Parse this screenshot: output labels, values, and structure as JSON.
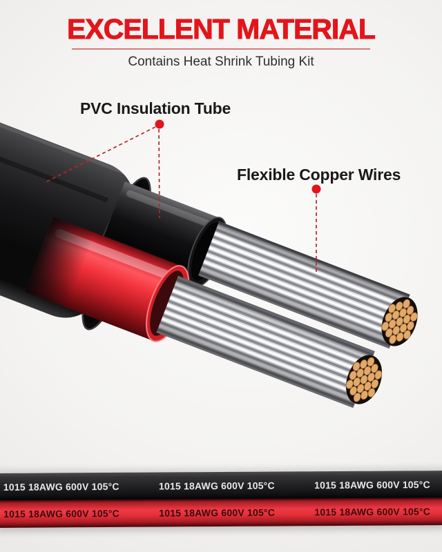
{
  "header": {
    "title": "EXCELLENT MATERIAL",
    "subtitle": "Contains Heat Shrink Tubing Kit"
  },
  "callouts": {
    "pvc": "PVC Insulation Tube",
    "copper": "Flexible Copper Wires"
  },
  "bands": {
    "black": [
      "1015 18AWG 600V 105°C",
      "1015 18AWG 600V 105°C",
      "1015 18AWG 600V 105°C"
    ],
    "red": [
      "1015 18AWG 600V 105°C",
      "1015 18AWG 600V 105°C",
      "1015 18AWG 600V 105°C"
    ]
  },
  "colors": {
    "accent_red": "#e3151b",
    "callout_line_red": "#b5282c",
    "callout_dot_red": "#e2151a",
    "band_black": "#242426",
    "band_red": "#e5303a",
    "wire_red": "#e02830",
    "jacket_black": "#141416",
    "strand_silver": "#e4e5e8",
    "copper_tip": "#e2a96b"
  }
}
